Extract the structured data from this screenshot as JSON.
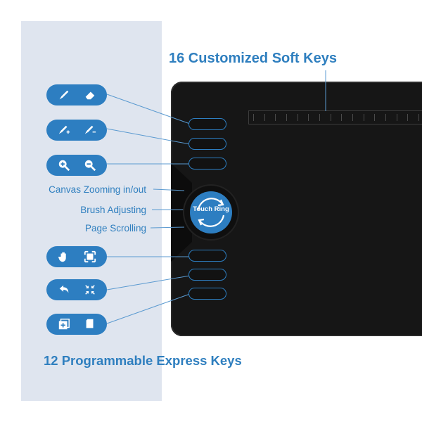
{
  "titles": {
    "soft_keys": "16 Customized Soft Keys",
    "express_keys": "12 Programmable Express Keys"
  },
  "touch_ring": {
    "label": "Touch Ring",
    "functions": [
      "Canvas Zooming in/out",
      "Brush Adjusting",
      "Page Scrolling"
    ]
  },
  "icon_pills": [
    {
      "left_icon": "brush-icon",
      "right_icon": "eraser-icon"
    },
    {
      "left_icon": "brush-size-increase-icon",
      "right_icon": "brush-size-decrease-icon"
    },
    {
      "left_icon": "zoom-in-icon",
      "right_icon": "zoom-out-icon"
    },
    {
      "left_icon": "hand-pan-icon",
      "right_icon": "fit-screen-icon"
    },
    {
      "left_icon": "undo-icon",
      "right_icon": "collapse-icon"
    },
    {
      "left_icon": "new-layer-icon",
      "right_icon": "copy-icon"
    }
  ],
  "soft_keys_count": 16,
  "colors": {
    "accent": "#2d7ec1",
    "panel": "#dfe5ef",
    "tablet": "#161616"
  }
}
